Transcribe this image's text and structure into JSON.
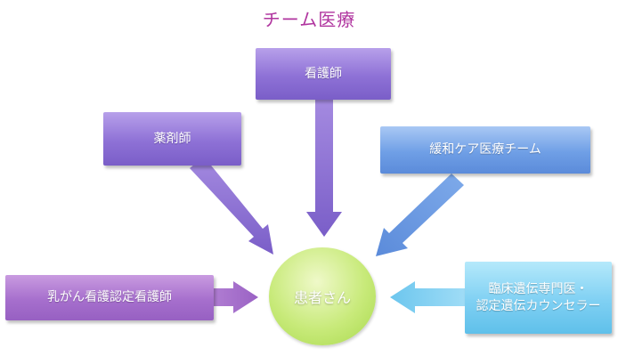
{
  "title": "チーム医療",
  "center": {
    "label": "患者さん"
  },
  "roles": {
    "nurse": "看護師",
    "pharmacist": "薬剤師",
    "palliative_team": "緩和ケア医療チーム",
    "breast_cancer_nurse": "乳がん看護認定看護師",
    "genetic_line1": "臨床遺伝専門医・",
    "genetic_line2": "認定遺伝カウンセラー"
  },
  "colors": {
    "title": "#b0359f",
    "purple_box": "#8e71d6",
    "violet_box": "#a66fcd",
    "blue_box": "#6f9fe6",
    "cyan_box": "#7fd0f3",
    "patient_circle": "#c8ea7a"
  }
}
